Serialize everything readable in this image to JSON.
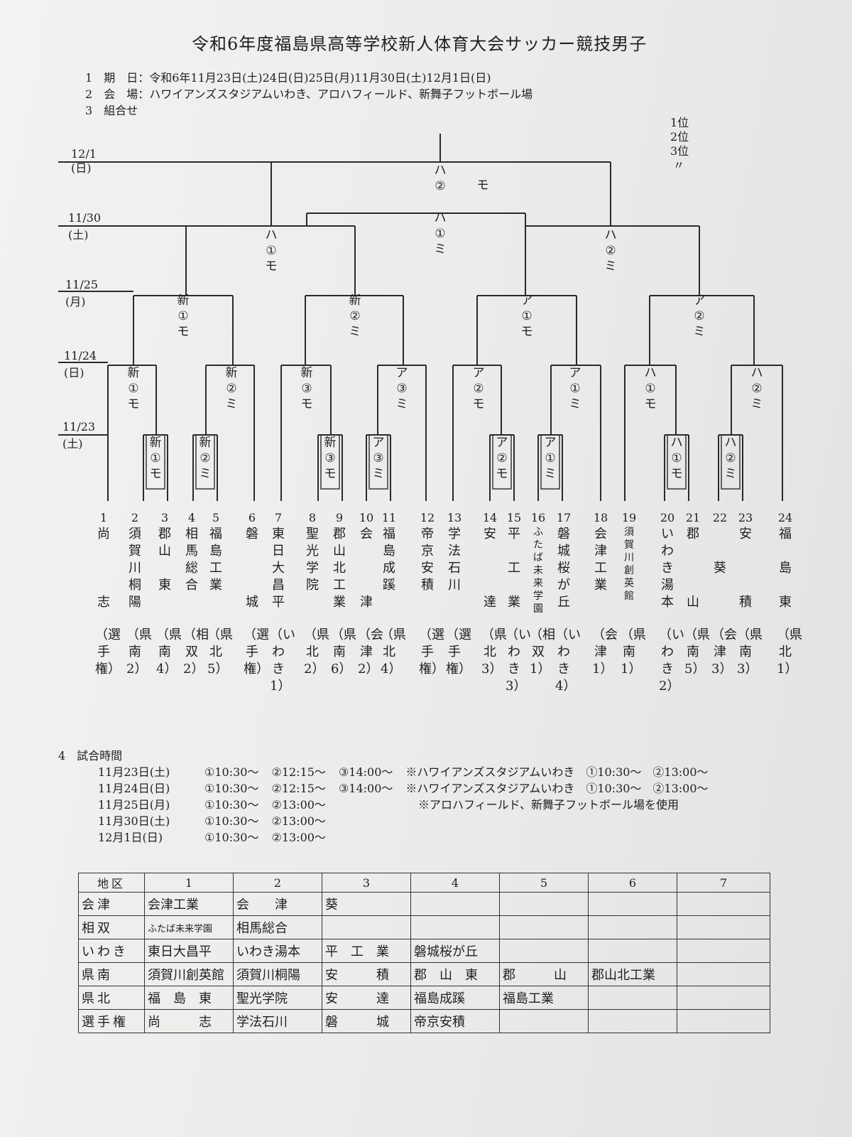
{
  "title": "令和6年度福島県高等学校新人体育大会サッカー競技男子",
  "info": [
    {
      "num": "1",
      "label": "期　日",
      "text": "令和6年11月23日(土)24日(日)25日(月)11月30日(土)12月1日(日)"
    },
    {
      "num": "2",
      "label": "会　場",
      "text": "ハワイアンズスタジアムいわき、アロハフィールド、新舞子フットボール場"
    },
    {
      "num": "3",
      "label": "組合せ",
      "text": ""
    }
  ],
  "places": [
    "1位",
    "2位",
    "3位",
    "〃"
  ],
  "dates": [
    {
      "date": "12/1",
      "day": "(日)"
    },
    {
      "date": "11/30",
      "day": "(土)"
    },
    {
      "date": "11/25",
      "day": "(月)"
    },
    {
      "date": "11/24",
      "day": "(日)"
    },
    {
      "date": "11/23",
      "day": "(土)"
    }
  ],
  "matches": {
    "final_a": "ハ②",
    "final_b": "モ",
    "semi1": "ハ①ミ",
    "r30_left": "ハ①モ",
    "r30_right": "ハ②ミ",
    "r25": [
      "新①モ",
      "新②ミ",
      "ア①モ",
      "ア②ミ"
    ],
    "r24": [
      "新①モ",
      "新②ミ",
      "新③モ",
      "ア③ミ",
      "ア②モ",
      "ア①ミ",
      "ハ①モ",
      "ハ②ミ"
    ],
    "r23": [
      "新①モ",
      "新②ミ",
      "新③モ",
      "ア③ミ",
      "ア②モ",
      "ア①ミ",
      "ハ①モ",
      "ハ②ミ"
    ]
  },
  "teams": [
    {
      "num": "1",
      "name": "尚\n\n\n\n志",
      "area": "（選手権）"
    },
    {
      "num": "2",
      "name": "須賀川桐陽",
      "area": "（県南2）"
    },
    {
      "num": "3",
      "name": "郡\n山\n\n東",
      "area": "（県南4）"
    },
    {
      "num": "4",
      "name": "相馬総合",
      "area": "（相双2）"
    },
    {
      "num": "5",
      "name": "福島工業",
      "area": "（県北5）"
    },
    {
      "num": "6",
      "name": "磐\n\n\n\n城",
      "area": "（選手権）"
    },
    {
      "num": "7",
      "name": "東日大昌平",
      "area": "（いわき1）"
    },
    {
      "num": "8",
      "name": "聖光学院",
      "area": "（県北2）"
    },
    {
      "num": "9",
      "name": "郡山北工業",
      "area": "（県南6）"
    },
    {
      "num": "10",
      "name": "会\n\n\n\n津",
      "area": "（会津2）"
    },
    {
      "num": "11",
      "name": "福島成蹊",
      "area": "（県北4）"
    },
    {
      "num": "12",
      "name": "帝京安積",
      "area": "（選手権）"
    },
    {
      "num": "13",
      "name": "学法石川",
      "area": "（選手権）"
    },
    {
      "num": "14",
      "name": "安\n\n\n\n達",
      "area": "（県北3）"
    },
    {
      "num": "15",
      "name": "平\n\n工\n\n業",
      "area": "（いわき3）"
    },
    {
      "num": "16",
      "name": "ふたば未来学園",
      "area": "（相双1）"
    },
    {
      "num": "17",
      "name": "磐城桜が丘",
      "area": "（いわき4）"
    },
    {
      "num": "18",
      "name": "会津工業",
      "area": "（会津1）"
    },
    {
      "num": "19",
      "name": "須賀川創英館",
      "area": "（県南1）"
    },
    {
      "num": "20",
      "name": "いわき湯本",
      "area": "（いわき2）"
    },
    {
      "num": "21",
      "name": "郡\n\n\n\n山",
      "area": "（県南5）"
    },
    {
      "num": "22",
      "name": "\n\n葵",
      "area": "（会津3）"
    },
    {
      "num": "23",
      "name": "安\n\n\n\n積",
      "area": "（県南3）"
    },
    {
      "num": "24",
      "name": "福\n\n島\n\n東",
      "area": "（県北1）"
    }
  ],
  "schedule": {
    "heading": "4　試合時間",
    "rows": [
      {
        "date": "11月23日(土)",
        "slots": [
          "①10:30〜",
          "②12:15〜",
          "③14:00〜"
        ],
        "note": "※ハワイアンズスタジアムいわき　①10:30〜　②13:00〜"
      },
      {
        "date": "11月24日(日)",
        "slots": [
          "①10:30〜",
          "②12:15〜",
          "③14:00〜"
        ],
        "note": "※ハワイアンズスタジアムいわき　①10:30〜　②13:00〜"
      },
      {
        "date": "11月25日(月)",
        "slots": [
          "①10:30〜",
          "②13:00〜"
        ],
        "note": "※アロハフィールド、新舞子フットボール場を使用"
      },
      {
        "date": "11月30日(土)",
        "slots": [
          "①10:30〜",
          "②13:00〜"
        ],
        "note": ""
      },
      {
        "date": "12月1日(日)",
        "slots": [
          "①10:30〜",
          "②13:00〜"
        ],
        "note": ""
      }
    ]
  },
  "district": {
    "header": [
      "地区",
      "1",
      "2",
      "3",
      "4",
      "5",
      "6",
      "7"
    ],
    "rows": [
      [
        "会津",
        "会津工業",
        "会　　津",
        "葵",
        "",
        "",
        "",
        ""
      ],
      [
        "相双",
        "ふたば未来学園",
        "相馬総合",
        "",
        "",
        "",
        "",
        ""
      ],
      [
        "いわき",
        "東日大昌平",
        "いわき湯本",
        "平　工　業",
        "磐城桜が丘",
        "",
        "",
        ""
      ],
      [
        "県南",
        "須賀川創英館",
        "須賀川桐陽",
        "安　　　積",
        "郡　山　東",
        "郡　　　山",
        "郡山北工業",
        ""
      ],
      [
        "県北",
        "福　島　東",
        "聖光学院",
        "安　　　達",
        "福島成蹊",
        "福島工業",
        "",
        ""
      ],
      [
        "選手権",
        "尚　　　志",
        "学法石川",
        "磐　　　城",
        "帝京安積",
        "",
        "",
        ""
      ]
    ]
  }
}
